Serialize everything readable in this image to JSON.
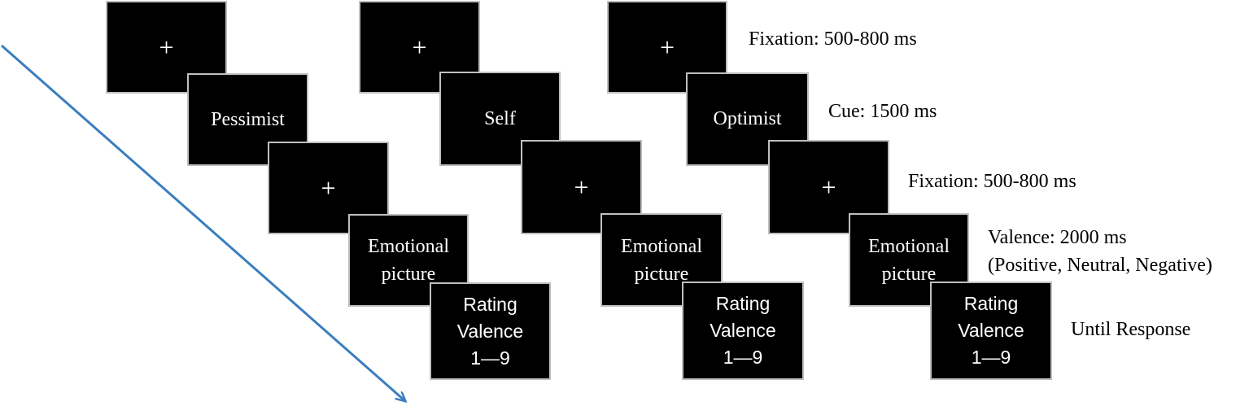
{
  "sequences": [
    {
      "fixation_1": "+",
      "cue": "Pessimist",
      "fixation_2": "+",
      "picture_lines": [
        "Emotional",
        "picture"
      ],
      "rating_lines": [
        "Rating",
        "Valence",
        "1—9"
      ]
    },
    {
      "fixation_1": "+",
      "cue": "Self",
      "fixation_2": "+",
      "picture_lines": [
        "Emotional",
        "picture"
      ],
      "rating_lines": [
        "Rating",
        "Valence",
        "1—9"
      ]
    },
    {
      "fixation_1": "+",
      "cue": "Optimist",
      "fixation_2": "+",
      "picture_lines": [
        "Emotional",
        "picture"
      ],
      "rating_lines": [
        "Rating",
        "Valence",
        "1—9"
      ]
    }
  ],
  "labels": {
    "fixation_1": "Fixation: 500-800 ms",
    "cue": "Cue: 1500 ms",
    "fixation_2": "Fixation: 500-800 ms",
    "valence_line1": "Valence: 2000 ms",
    "valence_line2": "(Positive, Neutral, Negative)",
    "response": "Until Response"
  },
  "colors": {
    "screen": "#000000",
    "screen_border": "#bfbfbf",
    "arrow": "#3a7ebf"
  }
}
